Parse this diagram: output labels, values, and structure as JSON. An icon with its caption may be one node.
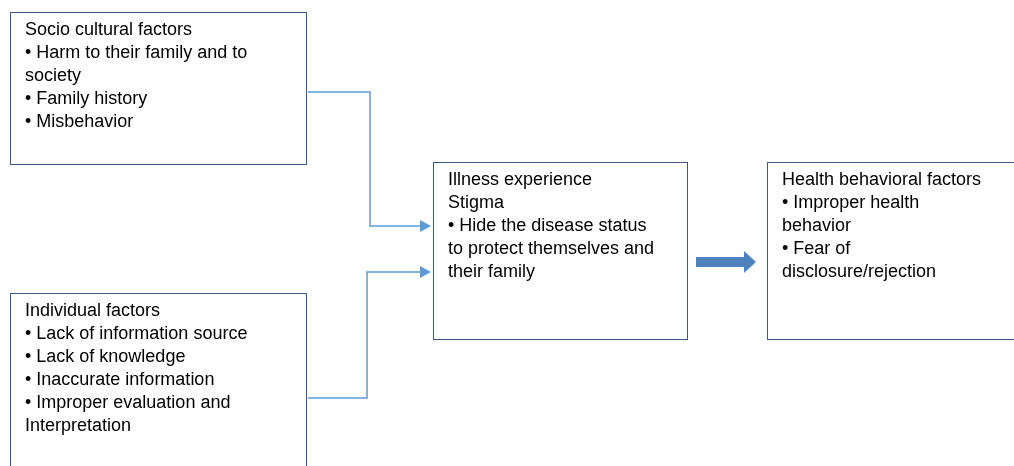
{
  "diagram": {
    "nodes": [
      {
        "text": [
          "Socio cultural factors",
          "• Harm to their family and to society",
          "• Family history",
          "• Misbehavior"
        ]
      },
      {
        "text": [
          "Individual factors",
          "• Lack of information source",
          "• Lack of knowledge",
          "• Inaccurate information",
          "• Improper evaluation and Interpretation"
        ]
      },
      {
        "text": [
          "Illness experience",
          "Stigma",
          "• Hide the disease status to protect themselves and their family"
        ]
      },
      {
        "text": [
          "Health behavioral factors",
          "• Improper health behavior",
          "• Fear of disclosure/rejection"
        ]
      }
    ],
    "edges": [
      {
        "from": 0,
        "to": 2,
        "arrow": "to"
      },
      {
        "from": 1,
        "to": 2,
        "arrow": "to"
      },
      {
        "from": 2,
        "to": 3,
        "arrow": "to",
        "style": "thick",
        "color": "#4f81bd"
      }
    ]
  }
}
